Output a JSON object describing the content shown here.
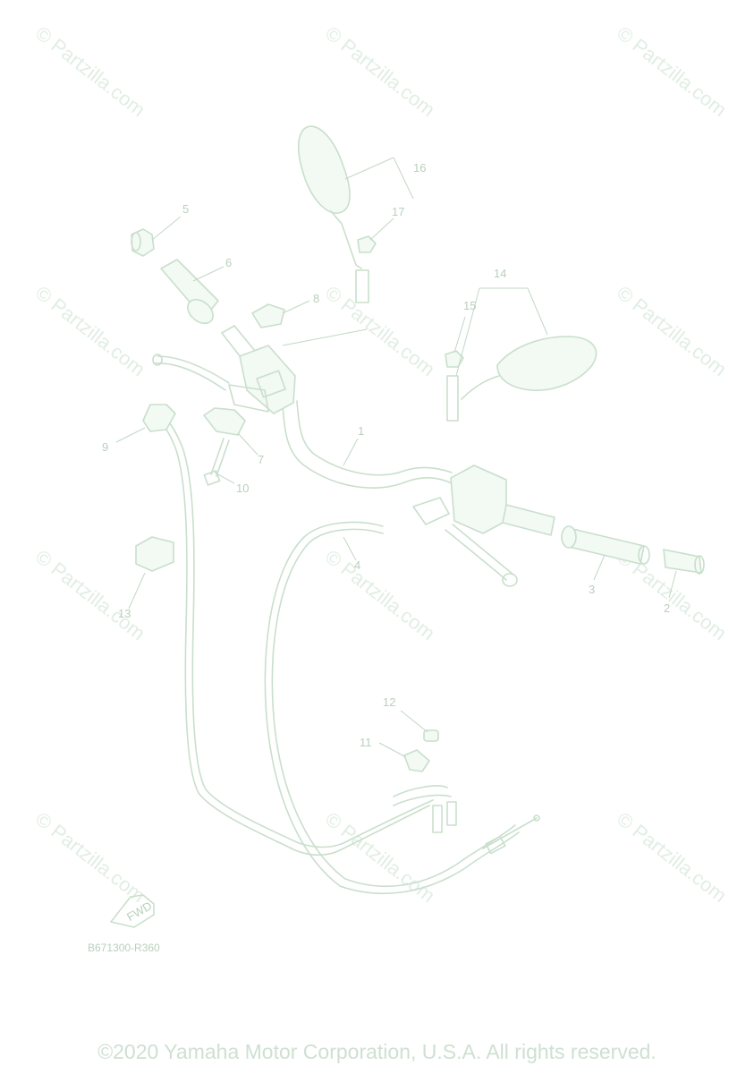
{
  "watermark": "© Partzilla.com",
  "callouts": {
    "c1": "1",
    "c2": "2",
    "c3": "3",
    "c4": "4",
    "c5": "5",
    "c6": "6",
    "c7": "7",
    "c8": "8",
    "c9": "9",
    "c10": "10",
    "c11": "11",
    "c12": "12",
    "c13": "13",
    "c14": "14",
    "c15": "15",
    "c16": "16",
    "c17": "17"
  },
  "fwd_label": "FWD",
  "diagram_code": "B671300-R360",
  "copyright": "©2020 Yamaha Motor Corporation, U.S.A. All rights reserved.",
  "colors": {
    "line": "#c9dfcc",
    "text": "#b9d0bc",
    "watermark": "#e1eee3"
  }
}
